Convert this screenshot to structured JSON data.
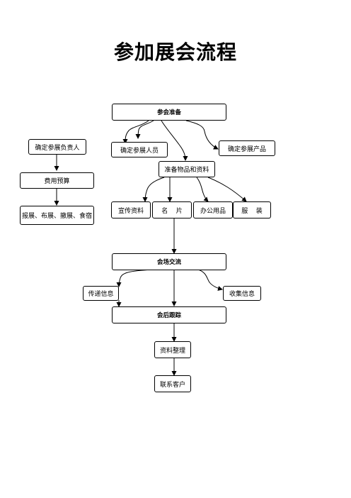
{
  "title": "参加展会流程",
  "nodes": {
    "prep": "参会准备",
    "lead": "确定参展负责人",
    "staff": "确定参展人员",
    "product": "确定参展产品",
    "materials": "准备物品和资料",
    "budget": "费用预算",
    "logistics": "报展、布展、撤展、食宿",
    "promo": "宣传资料",
    "card": "名    片",
    "office": "办公用品",
    "attire": "服    装",
    "exchange": "会场交流",
    "deliver": "传递信息",
    "collect": "收集信息",
    "followup": "会后跟踪",
    "organize": "资料整理",
    "contact": "联系客户"
  }
}
